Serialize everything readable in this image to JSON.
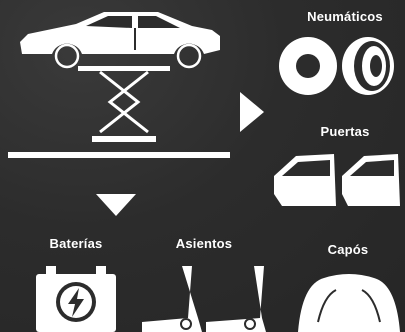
{
  "labels": {
    "tires": "Neumáticos",
    "doors": "Puertas",
    "batteries": "Baterías",
    "seats": "Asientos",
    "hoods": "Capós"
  },
  "icons": [
    "car-on-lift-icon",
    "arrow-right-icon",
    "arrow-down-icon",
    "tires-icon",
    "doors-icon",
    "battery-icon",
    "seats-icon",
    "hood-icon"
  ],
  "colors": {
    "background": "#2c2c2c",
    "foreground": "#ffffff"
  }
}
